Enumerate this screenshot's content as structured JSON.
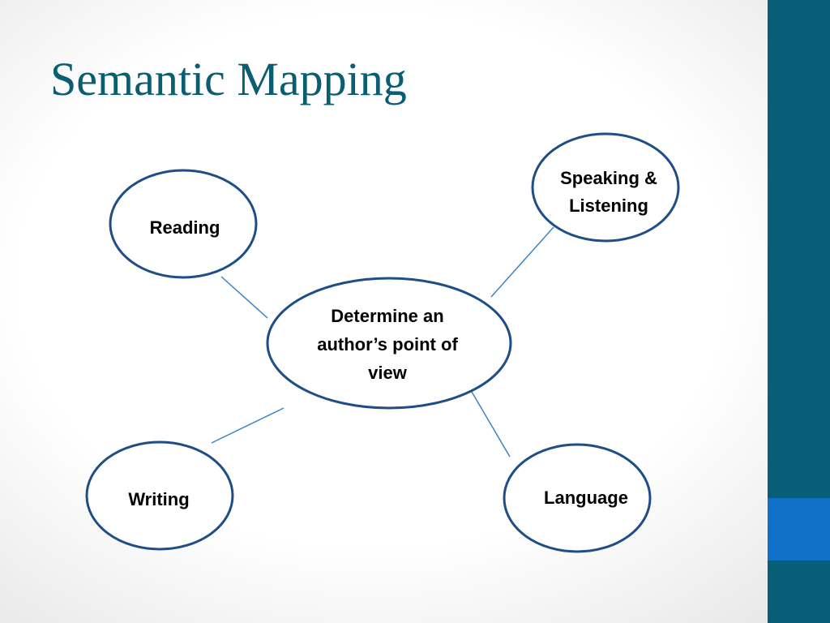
{
  "slide": {
    "title": "Semantic Mapping"
  },
  "diagram": {
    "center": {
      "lines": [
        "Determine an",
        "author’s point of",
        "view"
      ]
    },
    "nodes": [
      {
        "id": "reading",
        "lines": [
          "Reading"
        ]
      },
      {
        "id": "speaking-listening",
        "lines": [
          "Speaking &",
          "Listening"
        ]
      },
      {
        "id": "writing",
        "lines": [
          "Writing"
        ]
      },
      {
        "id": "language",
        "lines": [
          "Language"
        ]
      }
    ]
  },
  "colors": {
    "ellipse_stroke": "#1f4e87",
    "connector": "#3a84c4",
    "title": "#0b5d72",
    "side_bar": "#065f77",
    "side_accent": "#0e70c6"
  }
}
